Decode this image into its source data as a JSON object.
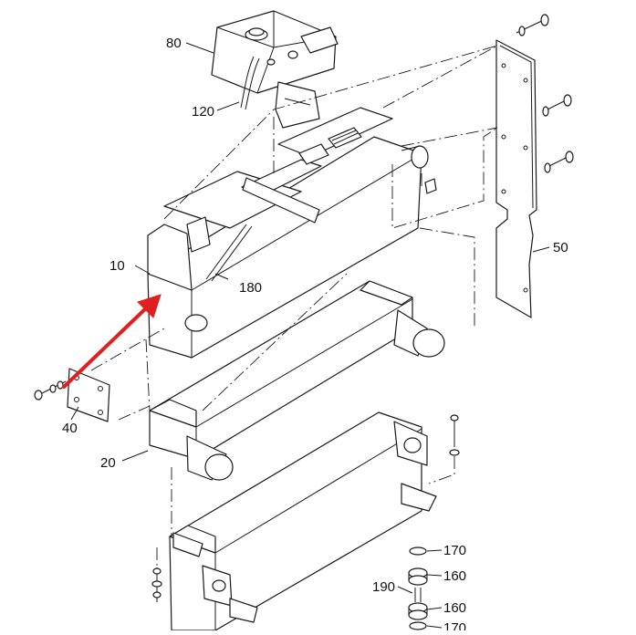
{
  "diagram": {
    "callouts": {
      "c80": "80",
      "c120": "120",
      "c10": "10",
      "c180": "180",
      "c50": "50",
      "c40": "40",
      "c20": "20",
      "c170a": "170",
      "c160a": "160",
      "c190": "190",
      "c160b": "160",
      "c170b": "170"
    },
    "highlight_arrow_color": "#e02020",
    "line_color": "#1a1a1a"
  }
}
